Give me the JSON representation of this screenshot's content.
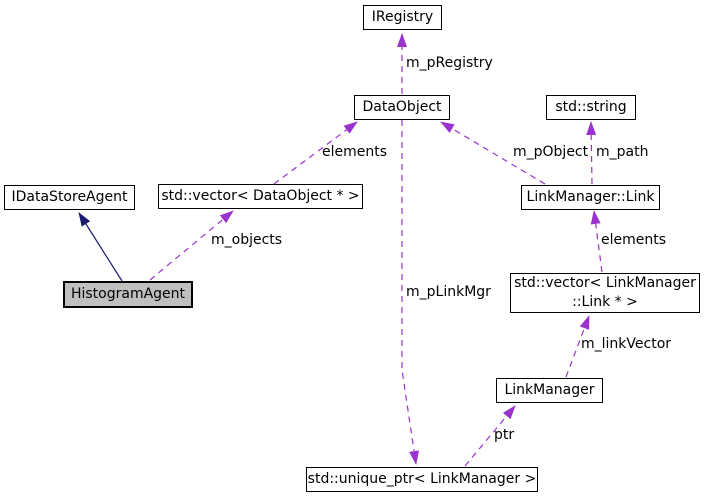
{
  "diagram": {
    "kind": "doxygen-collaboration-graph",
    "colors": {
      "dashed_edge": "#9a32cd",
      "inheritance_edge": "#191970",
      "node_fill": "#ffffff",
      "node_border": "#000000",
      "current_node_fill": "#bfbfbf"
    },
    "nodes": {
      "iregistry": {
        "label": "IRegistry"
      },
      "dataobject": {
        "label": "DataObject"
      },
      "stdstring": {
        "label": "std::string"
      },
      "idatastoreagent": {
        "label": "IDataStoreAgent"
      },
      "vector_dataobject": {
        "label": "std::vector< DataObject * >"
      },
      "linkmanager_link": {
        "label": "LinkManager::Link"
      },
      "histogramagent": {
        "label": "HistogramAgent"
      },
      "vector_link": {
        "line1": "std::vector< LinkManager",
        "line2": "::Link * >"
      },
      "linkmanager": {
        "label": "LinkManager"
      },
      "unique_ptr": {
        "label": "std::unique_ptr< LinkManager >"
      }
    },
    "edge_labels": {
      "m_pRegistry": "m_pRegistry",
      "elements_left": "elements",
      "m_pObject": "m_pObject",
      "m_path": "m_path",
      "m_objects": "m_objects",
      "elements_right": "elements",
      "m_linkVector": "m_linkVector",
      "m_pLinkMgr": "m_pLinkMgr",
      "ptr": "ptr"
    }
  }
}
